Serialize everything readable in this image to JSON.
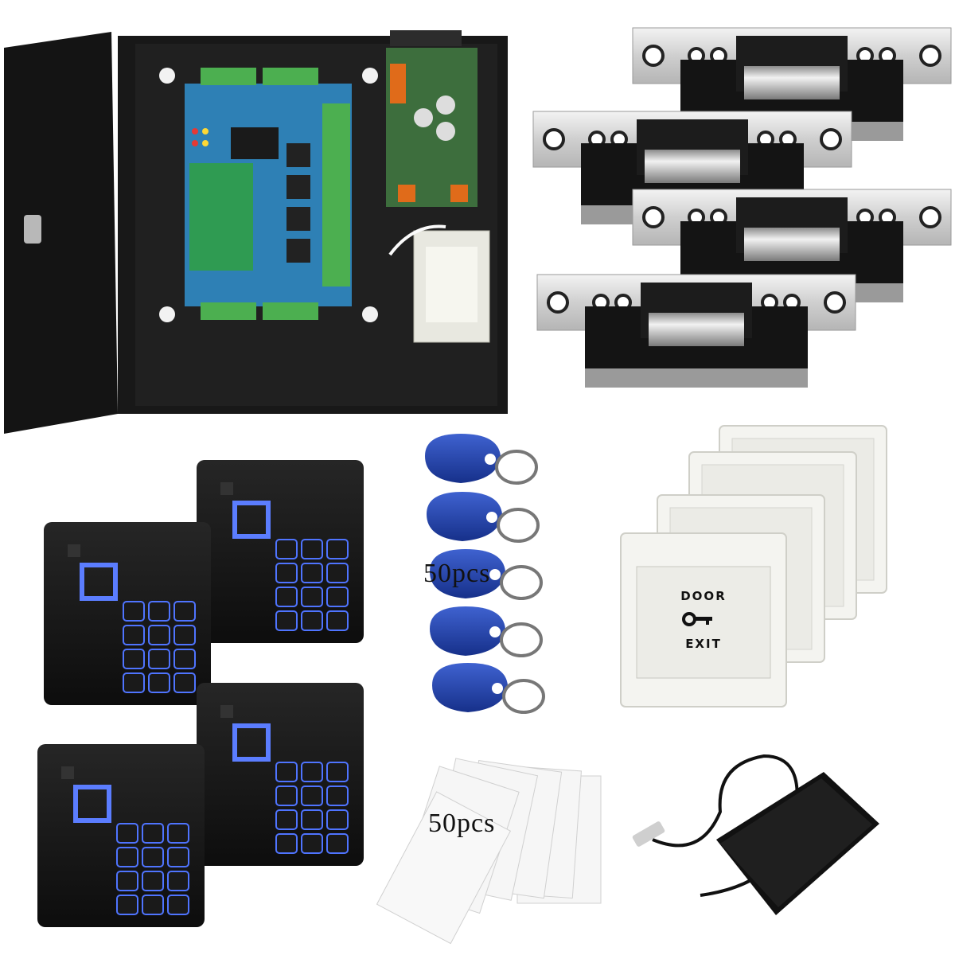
{
  "labels": {
    "fobs_count": "50pcs",
    "cards_count": "50pcs",
    "exit_button_top": "DOOR",
    "exit_button_bottom": "EXIT"
  },
  "colors": {
    "panel_black": "#151515",
    "pcb_green": "#2f9b52",
    "fob_blue": "#1f3fa8",
    "keypad_led": "#4f74ff",
    "steel": "#d9d9d9",
    "switch_white": "#f2f2ee"
  }
}
